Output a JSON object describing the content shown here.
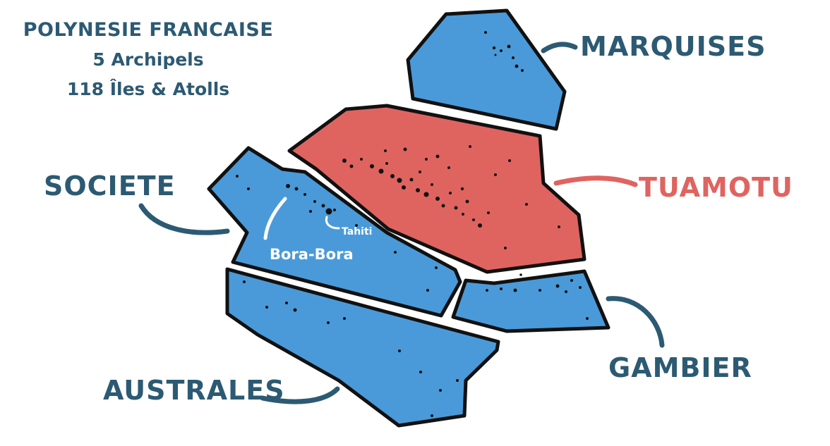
{
  "title": {
    "line1": "POLYNESIE FRANCAISE",
    "line2": "5 Archipels",
    "line3": "118 Îles & Atolls"
  },
  "archipelagos": {
    "marquises": "MARQUISES",
    "tuamotu": "TUAMOTU",
    "societe": "SOCIETE",
    "gambier": "GAMBIER",
    "australes": "AUSTRALES"
  },
  "islands": {
    "tahiti": "Tahiti",
    "bora_bora": "Bora-Bora"
  },
  "colors": {
    "blue": "#4a9ad9",
    "red": "#df6460",
    "outline": "#111111",
    "label_dark": "#2c5a73",
    "label_red": "#df6460",
    "island_text": "#ffffff"
  }
}
